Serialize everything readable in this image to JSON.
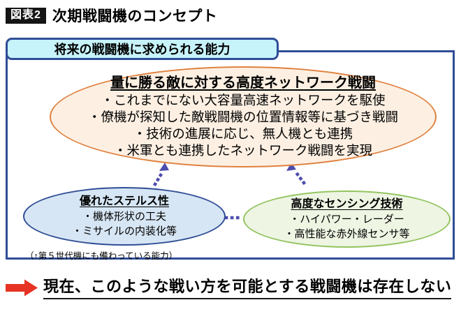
{
  "figure": {
    "badge": "図表2",
    "title": "次期戦闘機のコンセプト"
  },
  "panel": {
    "header": "将来の戦闘機に求められる能力",
    "network_bubble": {
      "title": "量に勝る敵に対する高度ネットワーク戦闘",
      "items": [
        "・これまでにない大容量高速ネットワークを駆使",
        "・僚機が探知した敵戦闘機の位置情報等に基づき戦闘",
        "・技術の進展に応じ、無人機とも連携",
        "・米軍とも連携したネットワーク戦闘を実現"
      ]
    },
    "stealth_bubble": {
      "title": "優れたステルス性",
      "items": [
        "・機体形状の工夫",
        "・ミサイルの内装化等"
      ]
    },
    "sensing_bubble": {
      "title": "高度なセンシング技術",
      "items": [
        "・ハイパワー・レーダー",
        "・高性能な赤外線センサ等"
      ]
    },
    "note": "（↑第５世代機にも備わっている能力）"
  },
  "conclusion": "現在、このような戦い方を可能とする戦闘機は存在しない",
  "colors": {
    "navy": "#2f4d96",
    "tab-bg": "#c7f3fa",
    "orange-border": "#e0813f",
    "orange-fill": "#fdf0e3",
    "blue-fill": "#d7e6f4",
    "green-border": "#92c45e",
    "green-fill": "#eef5e3",
    "connector": "#4c4cae",
    "red-arrow": "#e63323",
    "badge-bg": "#151515"
  }
}
